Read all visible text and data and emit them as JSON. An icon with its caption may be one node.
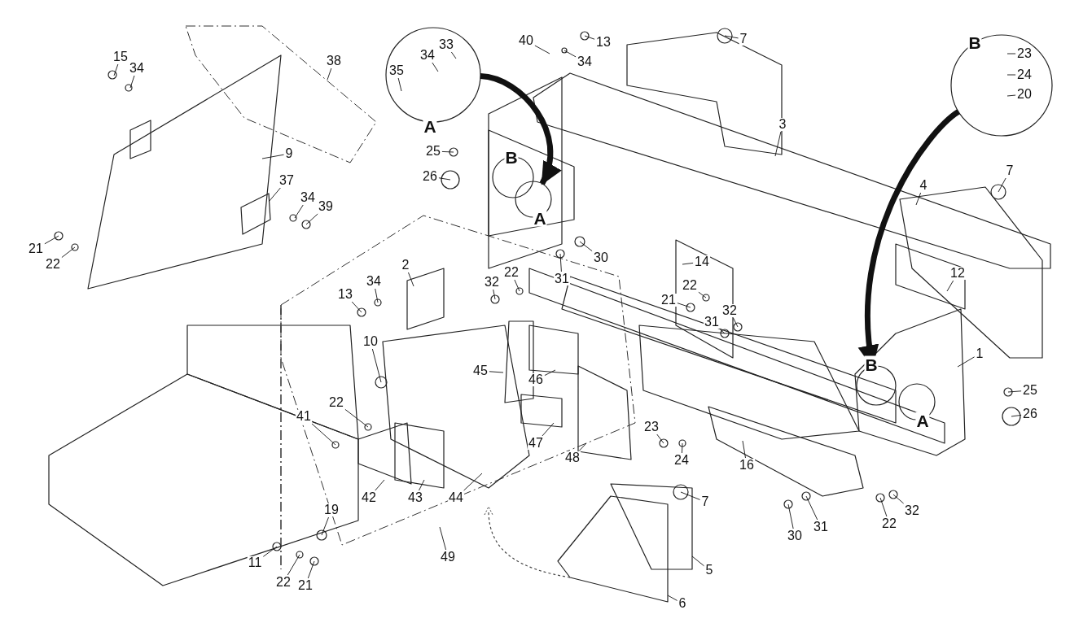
{
  "diagram": {
    "nodes": [
      {
        "text": [
          "40"
        ]
      },
      {
        "text": [
          "13"
        ]
      },
      {
        "text": [
          "7"
        ]
      },
      {
        "text": [
          "A"
        ]
      },
      {
        "text": [
          "35"
        ],
        "in": 3
      },
      {
        "text": [
          "34"
        ],
        "in": 3
      },
      {
        "text": [
          "33"
        ],
        "in": 3
      },
      {
        "text": [
          "B"
        ]
      },
      {
        "text": [
          "23"
        ],
        "in": 7
      },
      {
        "text": [
          "24"
        ],
        "in": 7
      },
      {
        "text": [
          "20"
        ],
        "in": 7
      },
      {
        "text": [
          "15"
        ]
      },
      {
        "text": [
          "34"
        ]
      },
      {
        "text": [
          "38"
        ]
      },
      {
        "text": [
          "34"
        ]
      },
      {
        "text": [
          "3"
        ]
      },
      {
        "text": [
          "9"
        ]
      },
      {
        "text": [
          "25"
        ]
      },
      {
        "text": [
          "26"
        ]
      },
      {
        "text": [
          "B"
        ]
      },
      {
        "text": [
          "A"
        ]
      },
      {
        "text": [
          "7"
        ]
      },
      {
        "text": [
          "4"
        ]
      },
      {
        "text": [
          "37"
        ]
      },
      {
        "text": [
          "34"
        ]
      },
      {
        "text": [
          "39"
        ]
      },
      {
        "text": [
          "21"
        ]
      },
      {
        "text": [
          "22"
        ]
      },
      {
        "text": [
          "30"
        ]
      },
      {
        "text": [
          "14"
        ]
      },
      {
        "text": [
          "2"
        ]
      },
      {
        "text": [
          "12"
        ]
      },
      {
        "text": [
          "22"
        ]
      },
      {
        "text": [
          "31"
        ]
      },
      {
        "text": [
          "32"
        ]
      },
      {
        "text": [
          "22"
        ]
      },
      {
        "text": [
          "34"
        ]
      },
      {
        "text": [
          "13"
        ]
      },
      {
        "text": [
          "21"
        ]
      },
      {
        "text": [
          "32"
        ]
      },
      {
        "text": [
          "31"
        ]
      },
      {
        "text": [
          "10"
        ]
      },
      {
        "text": [
          "1"
        ]
      },
      {
        "text": [
          "B"
        ]
      },
      {
        "text": [
          "45"
        ]
      },
      {
        "text": [
          "46"
        ]
      },
      {
        "text": [
          "25"
        ]
      },
      {
        "text": [
          "22"
        ]
      },
      {
        "text": [
          "A"
        ]
      },
      {
        "text": [
          "26"
        ]
      },
      {
        "text": [
          "41"
        ]
      },
      {
        "text": [
          "23"
        ]
      },
      {
        "text": [
          "47"
        ]
      },
      {
        "text": [
          "24"
        ]
      },
      {
        "text": [
          "48"
        ]
      },
      {
        "text": [
          "16"
        ]
      },
      {
        "text": [
          "42"
        ]
      },
      {
        "text": [
          "43"
        ]
      },
      {
        "text": [
          "44"
        ]
      },
      {
        "text": [
          "7"
        ]
      },
      {
        "text": [
          "19"
        ]
      },
      {
        "text": [
          "32"
        ]
      },
      {
        "text": [
          "31"
        ]
      },
      {
        "text": [
          "22"
        ]
      },
      {
        "text": [
          "30"
        ]
      },
      {
        "text": [
          "49"
        ]
      },
      {
        "text": [
          "11"
        ]
      },
      {
        "text": [
          "5"
        ]
      },
      {
        "text": [
          "22"
        ]
      },
      {
        "text": [
          "21"
        ]
      },
      {
        "text": [
          "6"
        ]
      }
    ],
    "edges": [
      {
        "from": 0,
        "to": null,
        "arrow": "none"
      },
      {
        "from": 1,
        "to": null,
        "arrow": "none"
      },
      {
        "from": 2,
        "to": null,
        "arrow": "none"
      },
      {
        "from": 4,
        "to": null,
        "arrow": "none"
      },
      {
        "from": 5,
        "to": null,
        "arrow": "none"
      },
      {
        "from": 6,
        "to": null,
        "arrow": "none"
      },
      {
        "from": 8,
        "to": null,
        "arrow": "none"
      },
      {
        "from": 9,
        "to": null,
        "arrow": "none"
      },
      {
        "from": 10,
        "to": null,
        "arrow": "none"
      },
      {
        "from": 11,
        "to": null,
        "arrow": "none"
      },
      {
        "from": 12,
        "to": null,
        "arrow": "none"
      },
      {
        "from": 13,
        "to": null,
        "arrow": "none"
      },
      {
        "from": 14,
        "to": null,
        "arrow": "none"
      },
      {
        "from": 15,
        "to": null,
        "arrow": "none"
      },
      {
        "from": 16,
        "to": null,
        "arrow": "none"
      },
      {
        "from": 17,
        "to": null,
        "arrow": "none"
      },
      {
        "from": 18,
        "to": null,
        "arrow": "none"
      },
      {
        "from": 21,
        "to": null,
        "arrow": "none"
      },
      {
        "from": 22,
        "to": null,
        "arrow": "none"
      },
      {
        "from": 23,
        "to": null,
        "arrow": "none"
      },
      {
        "from": 24,
        "to": null,
        "arrow": "none"
      },
      {
        "from": 25,
        "to": null,
        "arrow": "none"
      },
      {
        "from": 26,
        "to": null,
        "arrow": "none"
      },
      {
        "from": 27,
        "to": null,
        "arrow": "none"
      },
      {
        "from": 28,
        "to": null,
        "arrow": "none"
      },
      {
        "from": 29,
        "to": null,
        "arrow": "none"
      },
      {
        "from": 30,
        "to": null,
        "arrow": "none"
      },
      {
        "from": 31,
        "to": null,
        "arrow": "none"
      },
      {
        "from": 32,
        "to": null,
        "arrow": "none"
      },
      {
        "from": 33,
        "to": null,
        "arrow": "none"
      },
      {
        "from": 34,
        "to": null,
        "arrow": "none"
      },
      {
        "from": 35,
        "to": null,
        "arrow": "none"
      },
      {
        "from": 36,
        "to": null,
        "arrow": "none"
      },
      {
        "from": 37,
        "to": null,
        "arrow": "none"
      },
      {
        "from": 38,
        "to": null,
        "arrow": "none"
      },
      {
        "from": 39,
        "to": null,
        "arrow": "none"
      },
      {
        "from": 40,
        "to": null,
        "arrow": "none"
      },
      {
        "from": 41,
        "to": null,
        "arrow": "none"
      },
      {
        "from": 42,
        "to": null,
        "arrow": "none"
      },
      {
        "from": 44,
        "to": null,
        "arrow": "none"
      },
      {
        "from": 45,
        "to": null,
        "arrow": "none"
      },
      {
        "from": 46,
        "to": null,
        "arrow": "none"
      },
      {
        "from": 47,
        "to": null,
        "arrow": "none"
      },
      {
        "from": 49,
        "to": null,
        "arrow": "none"
      },
      {
        "from": 50,
        "to": null,
        "arrow": "none"
      },
      {
        "from": 51,
        "to": null,
        "arrow": "none"
      },
      {
        "from": 52,
        "to": null,
        "arrow": "none"
      },
      {
        "from": 53,
        "to": null,
        "arrow": "none"
      },
      {
        "from": 54,
        "to": null,
        "arrow": "none"
      },
      {
        "from": 55,
        "to": null,
        "arrow": "none"
      },
      {
        "from": 56,
        "to": null,
        "arrow": "none"
      },
      {
        "from": 57,
        "to": null,
        "arrow": "none"
      },
      {
        "from": 58,
        "to": null,
        "arrow": "none"
      },
      {
        "from": 59,
        "to": null,
        "arrow": "none"
      },
      {
        "from": 60,
        "to": null,
        "arrow": "none"
      },
      {
        "from": 61,
        "to": null,
        "arrow": "none"
      },
      {
        "from": 62,
        "to": null,
        "arrow": "none"
      },
      {
        "from": 63,
        "to": null,
        "arrow": "none"
      },
      {
        "from": 64,
        "to": null,
        "arrow": "none"
      },
      {
        "from": 65,
        "to": null,
        "arrow": "none"
      },
      {
        "from": 66,
        "to": null,
        "arrow": "none"
      },
      {
        "from": 67,
        "to": null,
        "arrow": "none"
      },
      {
        "from": 68,
        "to": null,
        "arrow": "none"
      },
      {
        "from": 69,
        "to": null,
        "arrow": "none"
      },
      {
        "from": 70,
        "to": null,
        "arrow": "none"
      },
      {
        "from": 3,
        "to": 20,
        "arrow": "to",
        "style": "thick"
      },
      {
        "from": 7,
        "to": 43,
        "arrow": "to",
        "style": "thick"
      }
    ]
  }
}
